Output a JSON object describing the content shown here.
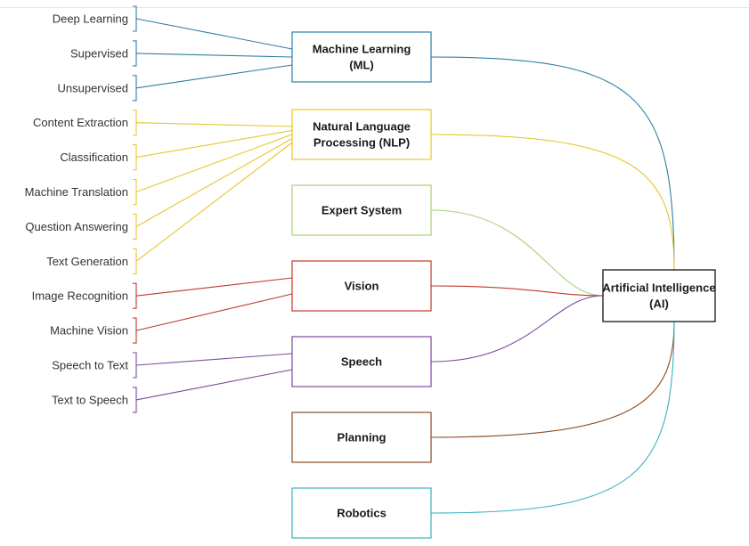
{
  "colors": {
    "ml": "#2e7fa6",
    "nlp": "#e8c62e",
    "expert": "#a9cf7a",
    "vision": "#c0392b",
    "speech": "#7b4a9e",
    "planning": "#8a4e24",
    "robotics": "#38b2c2",
    "ai": "#000000"
  },
  "root": {
    "label_lines": [
      "Artificial Intelligence",
      "(AI)"
    ]
  },
  "categories": [
    {
      "id": "ml",
      "label_lines": [
        "Machine Learning",
        "(ML)"
      ],
      "children": [
        "Deep Learning",
        "Supervised",
        "Unsupervised"
      ]
    },
    {
      "id": "nlp",
      "label_lines": [
        "Natural Language",
        "Processing (NLP)"
      ],
      "children": [
        "Content Extraction",
        "Classification",
        "Machine Translation",
        "Question Answering",
        "Text Generation"
      ]
    },
    {
      "id": "expert",
      "label_lines": [
        "Expert System"
      ],
      "children": []
    },
    {
      "id": "vision",
      "label_lines": [
        "Vision"
      ],
      "children": [
        "Image Recognition",
        "Machine Vision"
      ]
    },
    {
      "id": "speech",
      "label_lines": [
        "Speech"
      ],
      "children": [
        "Speech to Text",
        "Text to Speech"
      ]
    },
    {
      "id": "planning",
      "label_lines": [
        "Planning"
      ],
      "children": []
    },
    {
      "id": "robotics",
      "label_lines": [
        "Robotics"
      ],
      "children": []
    }
  ]
}
